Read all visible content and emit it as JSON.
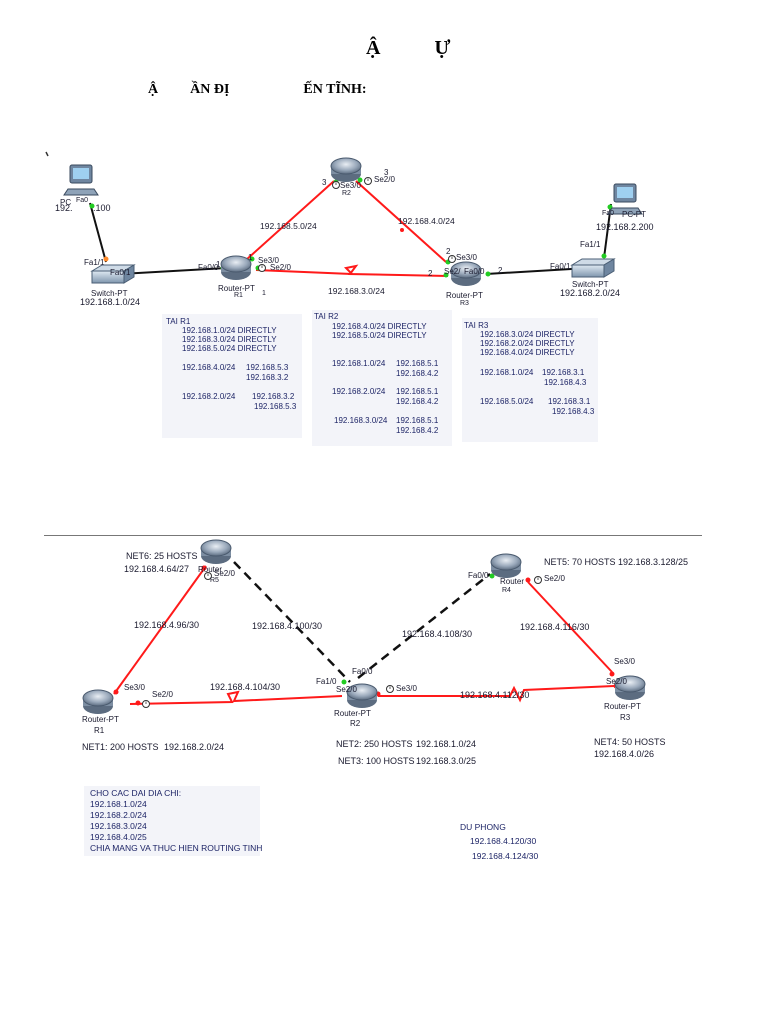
{
  "doc": {
    "title_left": "Ậ",
    "title_right": "Ự",
    "subtitle_a": "Ậ",
    "subtitle_b": "ẦN ĐỊ",
    "subtitle_c": "ẾN TĨNH:"
  },
  "top": {
    "devices": {
      "pc0": "PC",
      "pc0_port": "Fa0",
      "pc0_ip_a": "192.",
      "pc0_ip_b": ".100",
      "pc1": "PC-PT",
      "pc1_port": "Fa0",
      "pc1_ip": "192.168.2.200",
      "sw1": "Switch-PT",
      "sw1_net": "192.168.1.0/24",
      "sw2": "Switch-PT",
      "sw2_net": "192.168.2.0/24",
      "r1": "Router-PT",
      "r1_id": "R1",
      "r2_id": "R2",
      "r3": "Router-PT",
      "r3_id": "R3"
    },
    "ports": {
      "sw1_fa11": "Fa1/1",
      "sw1_fa01": "Fa0/1",
      "r1_fa00": "Fa0/0",
      "r1_se30": "Se3/0",
      "r1_se20": "Se2/0",
      "r2_se30": "Se3/0",
      "r2_se20": "Se2/0",
      "r3_se30": "Se3/0",
      "r3_se2": "Se2/",
      "r3_fa00": "Fa0/0",
      "sw2_fa01": "Fa0/1",
      "sw2_fa11": "Fa1/1",
      "n1": "1",
      "n1b": "1",
      "n1c": "1",
      "n3": "3",
      "n3b": "3",
      "n2": "2",
      "n2b": "2",
      "n2c": "2"
    },
    "links": {
      "r1_r2": "192.168.5.0/24",
      "r2_r3": "192.168.4.0/24",
      "r1_r3": "192.168.3.0/24"
    },
    "tables": {
      "r1": {
        "title": "TAI R1",
        "rows": [
          [
            "192.168.1.0/24 DIRECTLY"
          ],
          [
            "192.168.3.0/24 DIRECTLY"
          ],
          [
            "192.168.5.0/24 DIRECTLY"
          ],
          [
            "192.168.4.0/24",
            "192.168.5.3",
            "192.168.3.2"
          ],
          [
            "192.168.2.0/24",
            "192.168.3.2",
            "192.168.5.3"
          ]
        ]
      },
      "r2": {
        "title": "TAI R2",
        "rows": [
          [
            "192.168.4.0/24 DIRECTLY"
          ],
          [
            "192.168.5.0/24 DIRECTLY"
          ],
          [
            "192.168.1.0/24",
            "192.168.5.1",
            "192.168.4.2"
          ],
          [
            "192.168.2.0/24",
            "192.168.5.1",
            "192.168.4.2"
          ],
          [
            "192.168.3.0/24",
            "192.168.5.1",
            "192.168.4.2"
          ]
        ]
      },
      "r3": {
        "title": "TAI R3",
        "rows": [
          [
            "192.168.3.0/24 DIRECTLY"
          ],
          [
            "192.168.2.0/24 DIRECTLY"
          ],
          [
            "192.168.4.0/24 DIRECTLY"
          ],
          [
            "192.168.1.0/24",
            "192.168.3.1",
            "192.168.4.3"
          ],
          [
            "192.168.5.0/24",
            "192.168.3.1",
            "192.168.4.3"
          ]
        ]
      }
    }
  },
  "bottom": {
    "devices": {
      "r1": "Router-PT",
      "r1_id": "R1",
      "r2": "Router-PT",
      "r2_id": "R2",
      "r3": "Router-PT",
      "r3_id": "R3",
      "r4": "Router",
      "r4_id": "R4",
      "r5": "Router",
      "r5_id": "R5"
    },
    "ports": {
      "r5_se20": "Se2/0",
      "r1_se30": "Se3/0",
      "r1_se20": "Se2/0",
      "r2_fa00": "Fa0/0",
      "r2_fa10": "Fa1/0",
      "r2_se20": "Se2/0",
      "r2_se30": "Se3/0",
      "r4_fa00": "Fa0/0",
      "r4_se20": "Se2/0",
      "r3_se30": "Se3/0",
      "r3_se20": "Se2/0"
    },
    "links": {
      "r5_r1": "192.168.4.96/30",
      "r5_r2": "192.168.4.100/30",
      "r1_r2": "192.168.4.104/30",
      "r2_r4": "192.168.4.108/30",
      "r4_r3": "192.168.4.116/30",
      "r2_r3": "192.168.4.112/30"
    },
    "nets": {
      "net6": "NET6: 25 HOSTS",
      "net6_ip": "192.168.4.64/27",
      "net5": "NET5: 70 HOSTS",
      "net5_ip": "192.168.3.128/25",
      "net1": "NET1: 200 HOSTS",
      "net1_ip": "192.168.2.0/24",
      "net2": "NET2: 250 HOSTS",
      "net2_ip": "192.168.1.0/24",
      "net3": "NET3: 100 HOSTS",
      "net3_ip": "192.168.3.0/25",
      "net4": "NET4: 50 HOSTS",
      "net4_ip": "192.168.4.0/26"
    },
    "task": {
      "lines": [
        "CHO CAC DAI DIA CHI:",
        "192.168.1.0/24",
        "192.168.2.0/24",
        "192.168.3.0/24",
        "192.168.4.0/25",
        "CHIA MANG VA THUC HIEN ROUTING TINH"
      ]
    },
    "backup": {
      "title": "DU PHONG",
      "lines": [
        "192.168.4.120/30",
        "192.168.4.124/30"
      ]
    }
  },
  "colors": {
    "serial": "#ff1a1a",
    "ethernet": "#111111",
    "dashed": "#111111",
    "port_up": "#22cc22",
    "label": "#1a1a2e",
    "table_text": "#1d2466",
    "panel_bg": "#f3f4f9"
  }
}
